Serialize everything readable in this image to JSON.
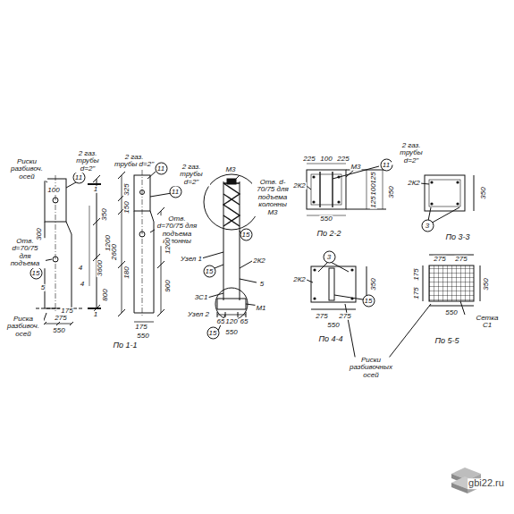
{
  "diagram": {
    "nodes": [
      {
        "text": [
          "11"
        ]
      },
      {
        "text": [
          "11"
        ]
      },
      {
        "text": [
          "11"
        ]
      },
      {
        "text": [
          "11"
        ]
      },
      {
        "text": [
          "15"
        ]
      },
      {
        "text": [
          "15"
        ]
      },
      {
        "text": [
          "15"
        ]
      },
      {
        "text": [
          "15"
        ]
      },
      {
        "text": [
          "15"
        ]
      },
      {
        "text": [
          "3"
        ]
      },
      {
        "text": [
          "3"
        ]
      }
    ],
    "labels": [
      "Риски разбивоч. осей",
      "2 газ. трубы d=2\"",
      "1",
      "100",
      "350",
      "1200",
      "3600",
      "Отв. d=70/75 для подъема",
      "300",
      "4",
      "5",
      "Риска разбивоч. осей",
      "800",
      "175",
      "275",
      "550",
      "1",
      "4",
      "2 газ. трубы d=2\"",
      "325",
      "150",
      "Отв. d=70/75 для подъема колонны",
      "180",
      "1200",
      "900",
      "2600",
      "175",
      "550",
      "По 1-1",
      "2 газ. трубы d=2\"",
      "М3",
      "Отв. d-70/75 для подъема колонны М3",
      "Узел 1",
      "2К2",
      "5",
      "3С1",
      "Узел 2",
      "М1",
      "65",
      "120",
      "65",
      "550",
      "225",
      "100",
      "225",
      "М3",
      "2 газ. трубы d=2\"",
      "125",
      "100",
      "125",
      "2К2",
      "550",
      "350",
      "По 2-2",
      "2К2",
      "350",
      "По 3-3",
      "2К2",
      "350",
      "275",
      "275",
      "550",
      "По 4-4",
      "275",
      "275",
      "175",
      "175",
      "350",
      "550",
      "Сетка С1",
      "По 5-5",
      "Риски разбивочных осей",
      "gbi22.ru"
    ]
  }
}
